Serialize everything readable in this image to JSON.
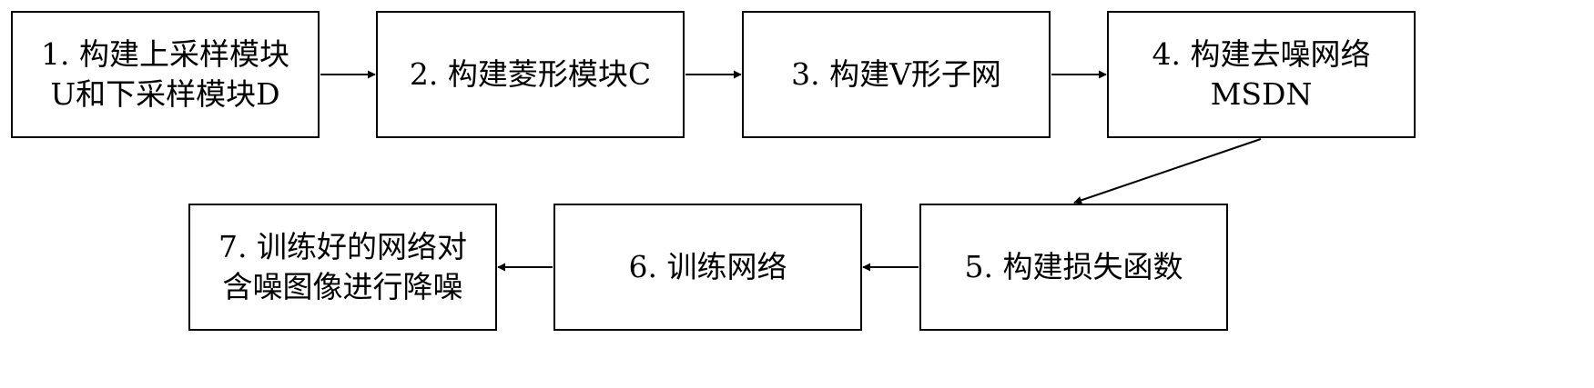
{
  "steps": [
    {
      "lines": [
        "1. 构建上采样模块",
        "U和下采样模块D"
      ]
    },
    {
      "lines": [
        "2. 构建菱形模块C"
      ]
    },
    {
      "lines": [
        "3. 构建V形子网"
      ]
    },
    {
      "lines": [
        "4. 构建去噪网络",
        "MSDN"
      ]
    },
    {
      "lines": [
        "5. 构建损失函数"
      ]
    },
    {
      "lines": [
        "6. 训练网络"
      ]
    },
    {
      "lines": [
        "7. 训练好的网络对",
        "含噪图像进行降噪"
      ]
    }
  ]
}
